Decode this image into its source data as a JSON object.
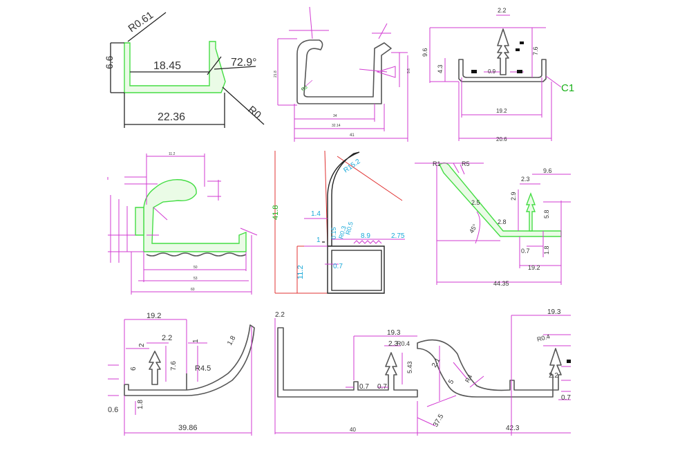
{
  "panels": {
    "p1": {
      "r_top": "R0.61",
      "w_inner": "18.45",
      "angle": "72.9°",
      "w_outer": "22.36",
      "r_bottom": "R0.",
      "h_left": "6.6"
    },
    "p2": {
      "d_bottom": "41",
      "d_mid": "32.14",
      "d_inner": "34",
      "r_inner": "R5",
      "h_left": "21.8",
      "h_right": "9.6"
    },
    "p3": {
      "w_top": "2.2",
      "h_total": "9.6",
      "h_left": "4.3",
      "h_right": "7.6",
      "t": "0.9",
      "w_inner": "19.2",
      "w_outer": "20.6",
      "chamfer": "C1"
    },
    "p4": {
      "top": "11.2",
      "bottom1": "50",
      "bottom2": "53",
      "bottom3": "60"
    },
    "p5": {
      "h_total": "41.8",
      "h_lower": "11.2",
      "r_arc": "R15.2",
      "a": "1.4",
      "b": "1",
      "c": "0.15",
      "d": "R0.3",
      "e": "R0.5",
      "w1": "8.9",
      "w2": "2.75",
      "t": "0.7"
    },
    "p6": {
      "r1": "R1",
      "r2": "R5",
      "t1": "2.5",
      "t2": "2.8",
      "angle": "45°",
      "w_top": "9.6",
      "w_stem": "2.3",
      "h1": "2.9",
      "h2": "5.8",
      "h3": "1.8",
      "t3": "0.7",
      "w_inner": "19.2",
      "w_total": "44.35"
    },
    "p7": {
      "w_top": "19.2",
      "a": "2.2",
      "b": "2",
      "c": "1",
      "h1": "6",
      "h2": "7.6",
      "r": "R4.5",
      "t": "1.8",
      "r_curve": "1.8",
      "left": "0.6",
      "h_bottom": "1.8",
      "w_total": "39.86"
    },
    "p8": {
      "w_top": "2.2",
      "w_stem": "19.3",
      "a": "2.3",
      "b": "R0.4",
      "h": "5.43",
      "t1": "0.7",
      "t2": "0.7",
      "w_total": "40"
    },
    "p9": {
      "r1": "2.1",
      "t": "5",
      "r2": "R4",
      "angle": "37.5",
      "w_total": "42.3"
    },
    "p10": {
      "w_top": "19.3",
      "r": "R0.4",
      "a": "2.2",
      "t": "0.7"
    }
  }
}
